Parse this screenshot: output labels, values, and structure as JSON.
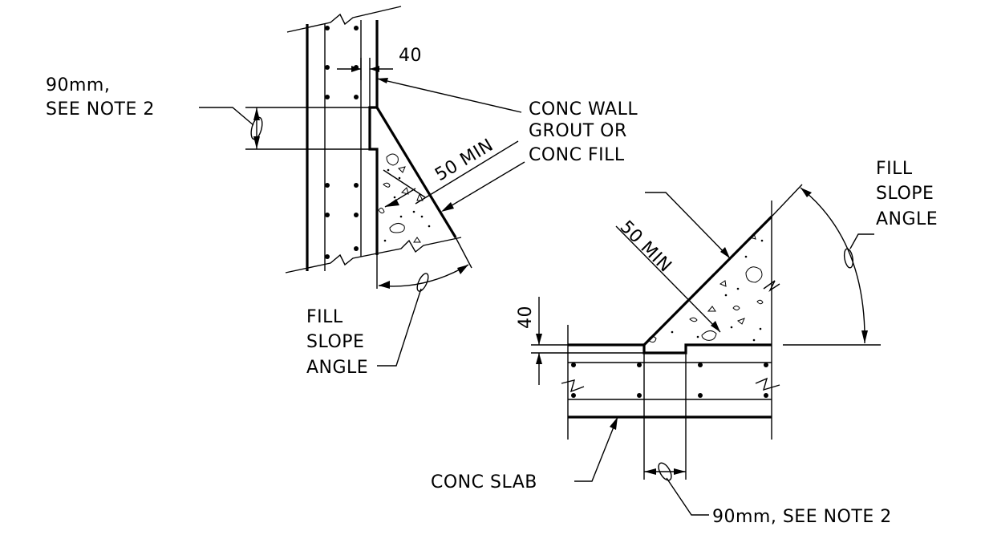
{
  "labels": {
    "wall_dim_90": "90mm,",
    "wall_dim_note": "SEE NOTE 2",
    "wall_dim_40": "40",
    "conc_wall": "CONC WALL",
    "grout_or": "GROUT OR",
    "conc_fill": "CONC FILL",
    "wall_min": "50 MIN",
    "wall_fill": "FILL",
    "wall_slope": "SLOPE",
    "wall_angle": "ANGLE",
    "slab_fill": "FILL",
    "slab_slope": "SLOPE",
    "slab_angle": "ANGLE",
    "slab_min": "50 MIN",
    "slab_dim_40": "40",
    "conc_slab": "CONC SLAB",
    "slab_dim_90": "90mm, SEE NOTE 2"
  }
}
